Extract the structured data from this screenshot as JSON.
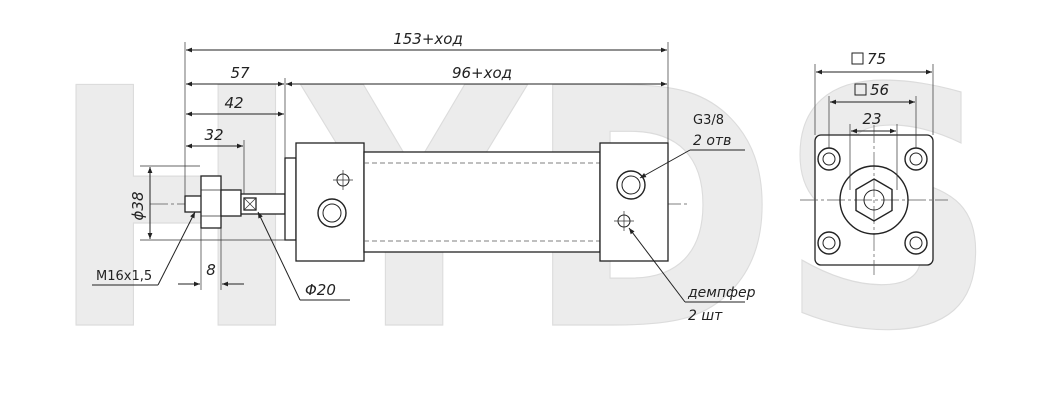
{
  "watermark": {
    "text": "HYDS"
  },
  "dimensions": {
    "overall_length": "153+ход",
    "rod_to_flange": "57",
    "body_length": "96+ход",
    "dim_42": "42",
    "dim_32": "32",
    "dim_8": "8",
    "rod_diameter": "ϕ38",
    "thread": "M16x1,5",
    "nut_diameter": "Φ20",
    "flange_square": "75",
    "bolt_square": "56",
    "nut_width": "23"
  },
  "notes": {
    "port_thread": "G3/8",
    "port_count": "2 отв",
    "damper_label": "демпфер",
    "damper_count": "2 шт"
  }
}
